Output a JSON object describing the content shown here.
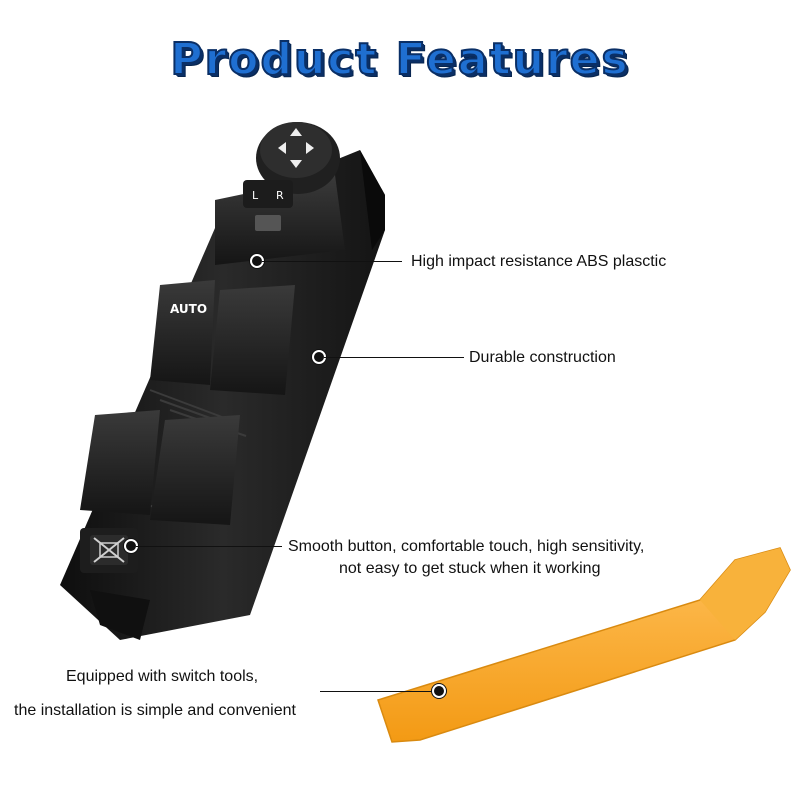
{
  "title": "Product Features",
  "switch_labels": {
    "auto": "AUTO",
    "left": "L",
    "right": "R"
  },
  "callouts": {
    "abs": "High impact resistance ABS plasctic",
    "durable": "Durable construction",
    "smooth_line1": "Smooth button, comfortable touch, high sensitivity,",
    "smooth_line2": "not easy to get stuck when it working",
    "tools_line1": "Equipped with switch tools,",
    "tools_line2": "the installation is simple and convenient"
  },
  "colors": {
    "title_fill": "#1f6fd1",
    "title_outline": "#0a2f66",
    "switch_body": "#1b1b1b",
    "tool_orange": "#f5a623"
  },
  "icons": {
    "mirror_knob": "mirror-adjust-arrows-icon",
    "lock_button": "window-lock-icon"
  }
}
